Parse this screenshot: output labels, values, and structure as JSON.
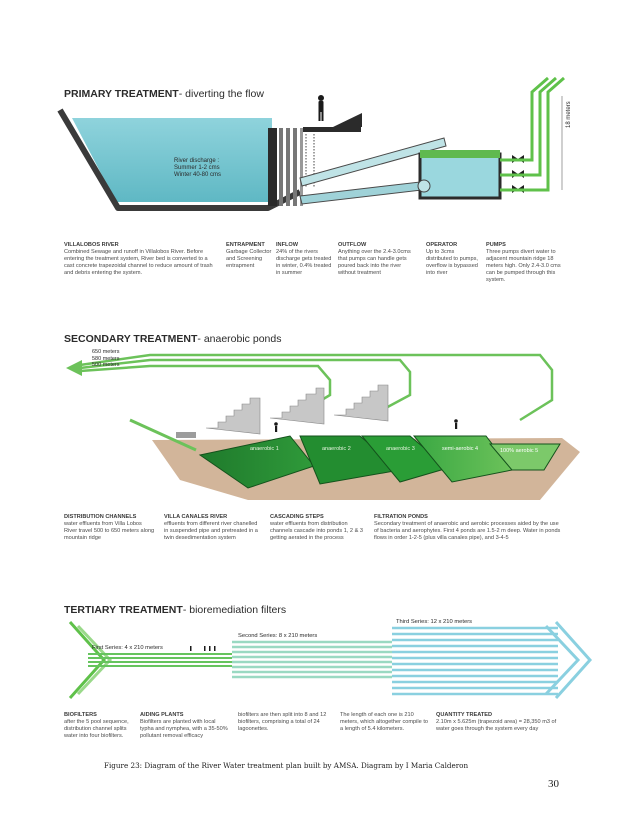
{
  "primary": {
    "title_main": "PRIMARY TREATMENT",
    "title_sub": "- diverting the flow",
    "discharge": [
      "River discharge :",
      "Summer 1-2 cms",
      "Winter 40-80 cms"
    ],
    "height_label": "18 meters",
    "notes": [
      {
        "head": "VILLALOBOS RIVER",
        "body": "Combined Sewage and runoff in Villalobos River. Before entering the treatment system, River bed is converted to a cast concrete trapezoidal channel to reduce amount of trash and debris entering the system."
      },
      {
        "head": "ENTRAPMENT",
        "body": "Garbage Collector and Screening entrapment"
      },
      {
        "head": "INFLOW",
        "body": "24% of the rivers discharge gets treated in winter, 0.4% treated in summer"
      },
      {
        "head": "OUTFLOW",
        "body": "Anything over the 2.4-3.0cms that pumps can handle gets poured back into the river without treatment"
      },
      {
        "head": "OPERATOR",
        "body": "Up to 3cms distributed to pumps, overflow is bypassed into river"
      },
      {
        "head": "PUMPS",
        "body": "Three pumps divert water to adjacent mountain ridge 18 meters high. Only 2.4-3.0 cms can be pumped through this system."
      }
    ]
  },
  "secondary": {
    "title_main": "SECONDARY TREATMENT",
    "title_sub": "- anaerobic ponds",
    "lengths": [
      "650 meters",
      "580 meters",
      "500 meters"
    ],
    "ponds": [
      {
        "type": "anaerobic",
        "num": "1"
      },
      {
        "type": "anaerobic",
        "num": "2"
      },
      {
        "type": "anaerobic",
        "num": "3"
      },
      {
        "type": "semi-aerobic",
        "num": "4"
      },
      {
        "type": "100% aerobic",
        "num": "5"
      }
    ],
    "notes": [
      {
        "head": "DISTRIBUTION CHANNELS",
        "body": "water effluents from Villa Lobos River travel 500 to 650 meters along mountain ridge"
      },
      {
        "head": "VILLA CANALES RIVER",
        "body": "effluents from different river chanelled in suspended pipe and pretreated in a twin desedimentation system"
      },
      {
        "head": "CASCADING STEPS",
        "body": "water effluents from distribution channels cascade into ponds 1, 2 & 3 getting aerated in the process"
      },
      {
        "head": "FILTRATION PONDS",
        "body": "Secondary treatment of anaerobic and aerobic processes aided by the use of bacteria and aerophytes. First 4 ponds are 1.5-2 m deep. Water in ponds flows in order 1-2-5 (plus villa canales pipe), and 3-4-5"
      }
    ]
  },
  "tertiary": {
    "title_main": "TERTIARY TREATMENT",
    "title_sub": "- bioremediation filters",
    "series": [
      "First Series: 4 x 210 meters",
      "Second Series: 8 x 210 meters",
      "Third Series: 12 x 210 meters"
    ],
    "notes": [
      {
        "head": "BIOFILTERS",
        "body": "after the 5 pool sequence, distribution channel splits water into four biofilters."
      },
      {
        "head": "AIDING PLANTS",
        "body": "Biofilters are planted with local typha and nymphea, with a 35-50% pollutant removal efficacy"
      },
      {
        "head": "",
        "body": "biofilters are then split into 8 and 12 biofilters, comprising a total of 24 lagoonettes."
      },
      {
        "head": "",
        "body": "The length of each one is 210 meters, which altogether compile to a length of 5.4 kilometers."
      },
      {
        "head": "QUANTITY TREATED",
        "body": "2.10m x 5.625m (trapezoid area) = 28,350 m3 of water goes through the system every day"
      }
    ]
  },
  "caption": "Figure 23: Diagram of the River Water treatment plan built by AMSA. Diagram by I Maria Calderon",
  "page_number": "30"
}
